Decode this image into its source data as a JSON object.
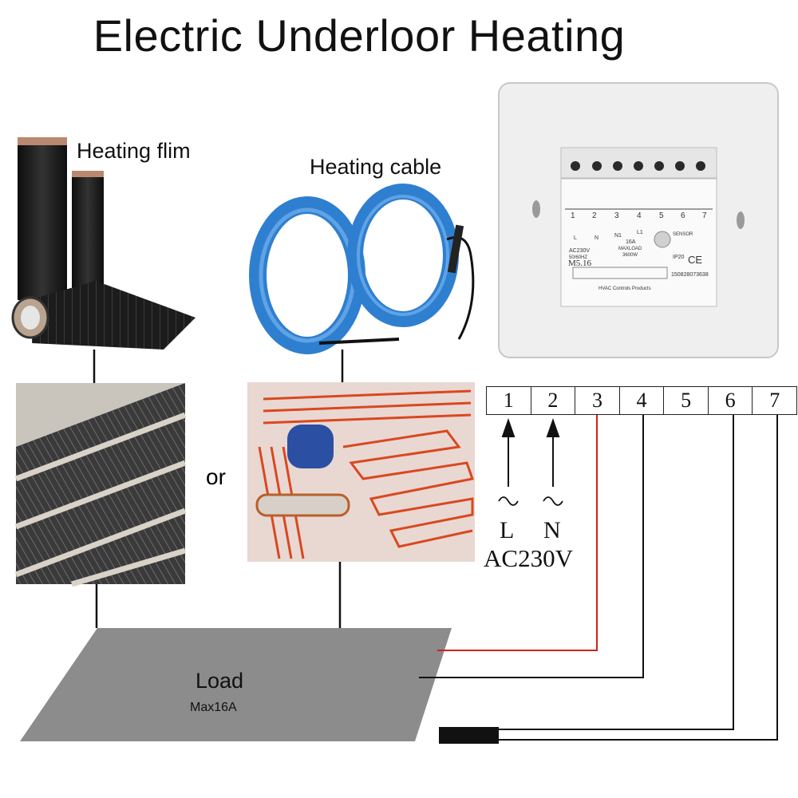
{
  "title": "Electric Underloor Heating",
  "film_label": "Heating flim",
  "cable_label": "Heating cable",
  "or_label": "or",
  "terminals": [
    "1",
    "2",
    "3",
    "4",
    "5",
    "6",
    "7"
  ],
  "phase_L": "L",
  "phase_N": "N",
  "supply": "AC230V",
  "load": {
    "title": "Load",
    "max": "Max16A"
  },
  "thermostat": {
    "terminal_numbers": [
      "1",
      "2",
      "3",
      "4",
      "5",
      "6",
      "7"
    ],
    "pin_L": "L",
    "pin_N": "N",
    "pin_N1": "N1",
    "pin_L1": "L1",
    "sensor": "SENSOR",
    "rating_voltage": "AC230V",
    "rating_freq": "50/60HZ",
    "rating_current": "16A",
    "maxload": "MAXLOAD",
    "maxload_w": "3600W",
    "model": "M5.16",
    "ip": "IP20",
    "ce": "CE",
    "serial": "150828073638",
    "maker": "HVAC Controls Products"
  },
  "colors": {
    "wire_red": "#d61e1e",
    "wire_black": "#111111",
    "load_fill": "#8c8c8c",
    "cable_blue": "#2f7fd0"
  }
}
